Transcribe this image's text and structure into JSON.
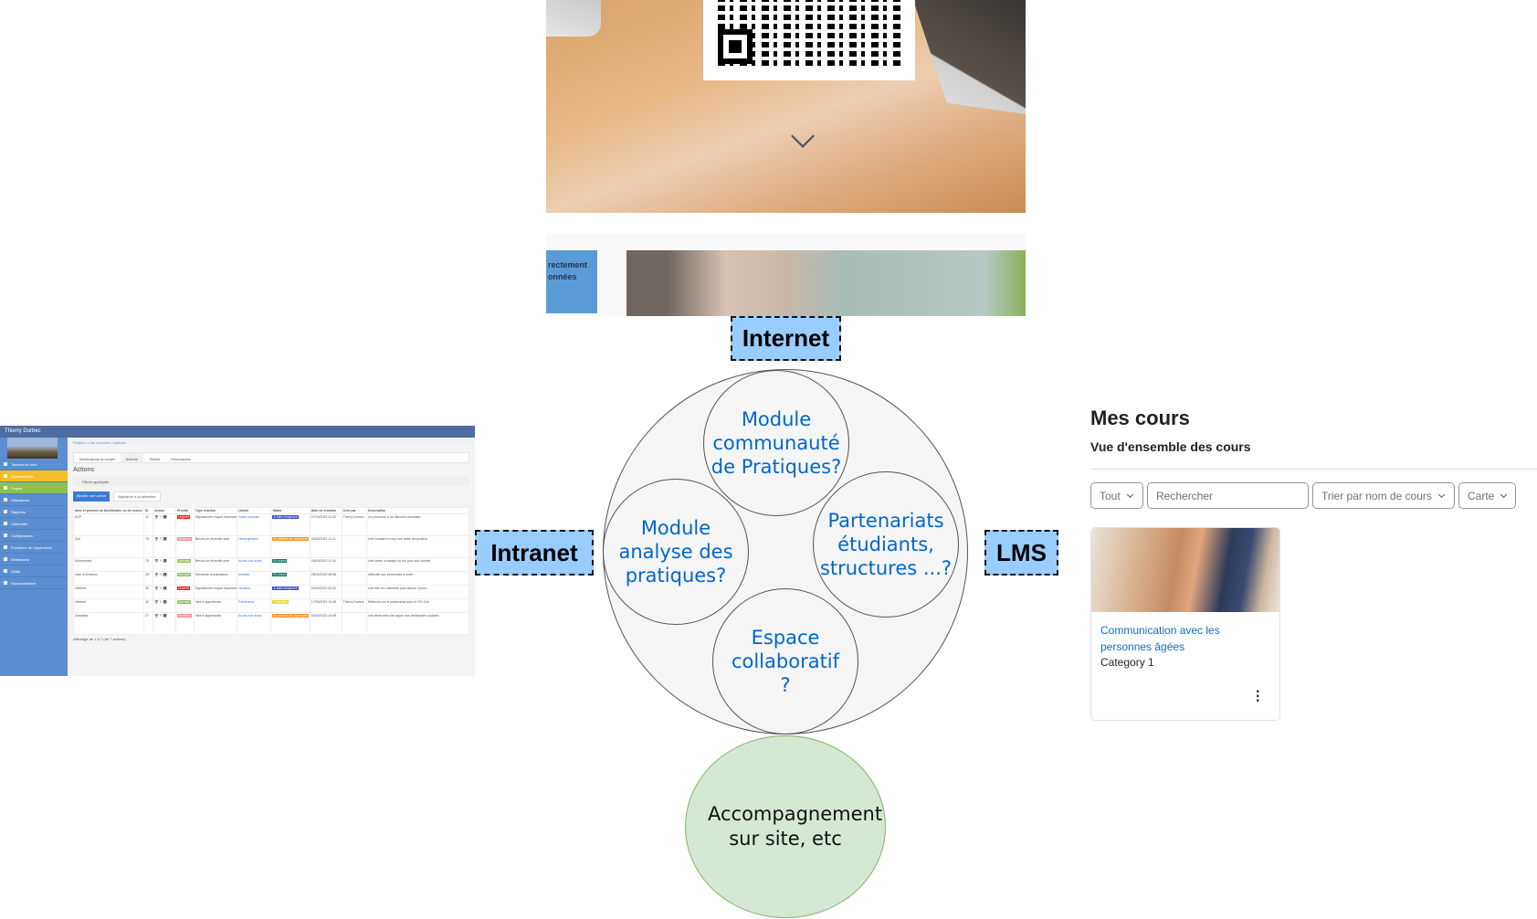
{
  "internet_site": {
    "box_text_line1": "rectement",
    "box_text_line2": "onnées",
    "icons": [
      "qr-code",
      "chevron-down-icon"
    ]
  },
  "labels": {
    "internet": "Internet",
    "intranet": "Intranet",
    "lms": "LMS"
  },
  "modules": [
    {
      "text": "Module communauté de Pratiques?"
    },
    {
      "text": "Module analyse des pratiques?"
    },
    {
      "text": "Partenariats étudiants, structures ...?"
    },
    {
      "text": "Espace collaboratif ?"
    }
  ],
  "accompagnement": "Accompagnement sur site, etc",
  "colors": {
    "label_fill": "#99ccff",
    "module_text": "#0066cc",
    "big_circle_fill": "#f5f5f5",
    "accompagnement_fill": "#d5e8d4",
    "accompagnement_border": "#82b366"
  },
  "intranet": {
    "user": "Thierry Durbec",
    "sidebar": [
      "Tableau de bord",
      "Signalements",
      "Projets",
      "Utilisateurs",
      "Rapports",
      "Calendrier",
      "Configuration",
      "Fonctions de l'application",
      "Extensions",
      "Outils",
      "Documentation"
    ],
    "breadcrumb": "Projets > Cas concrets > Actions",
    "tabs": [
      "Informations du projet",
      "Actions",
      "Tickets",
      "Discussions"
    ],
    "title": "Actions",
    "filters": "Filtres appliqués",
    "add_button": "Ajouter une action",
    "apply_button": "Appliquer à la sélection",
    "columns": [
      "Nom et prénom du bénéficiaire ou de source",
      "ID",
      "Action",
      "Priorité",
      "Type d'action",
      "Libellé",
      "Statut",
      "Date de création",
      "Créé par",
      "Description"
    ],
    "rows": [
      {
        "name": "ACP",
        "id": "11",
        "priority": "Urgente",
        "pcolor": "#e8141a",
        "type": "Signalement risque important",
        "label": "Santé mentale",
        "status": "À faire d'urgence",
        "scolor": "#3a4fc0",
        "date": "07/03/2023 11:15",
        "by": "Thierry Durbec",
        "desc": "Un personne a un discours suicidaire"
      },
      {
        "name": "Zoé",
        "id": "74",
        "priority": "Moderée",
        "pcolor": "#ef8f8f",
        "type": "Besoin de diversité aide",
        "label": "Hébergement",
        "status": "En attente de répertorier",
        "scolor": "#f7901e",
        "date": "03/03/2023 11:11",
        "by": "",
        "desc": "Une locataire a reçu une lettre d'expulsion"
      },
      {
        "name": "Mohammed",
        "id": "75",
        "priority": "Normale",
        "pcolor": "#8cc152",
        "type": "Besoin de diversité aide",
        "label": "Accès aux droits",
        "status": "En cours",
        "scolor": "#0d7a63",
        "date": "03/03/2023 11:16",
        "by": "",
        "desc": "Une dame a essayé un rdv pour son dossier"
      },
      {
        "name": "Halo d'Ombieux",
        "id": "25",
        "priority": "Normale",
        "pcolor": "#8cc152",
        "type": "Demande d'ambulation",
        "label": "Mobilité",
        "status": "En cours",
        "scolor": "#0d7a63",
        "date": "28/04/2023 08:58",
        "by": "",
        "desc": "Difficulté aux personnes à sortir"
      },
      {
        "name": "Hélibert",
        "id": "30",
        "priority": "Urgente",
        "pcolor": "#e8141a",
        "type": "Signalement risque important",
        "label": "Nutrition",
        "status": "À faire d'urgence",
        "scolor": "#3a4fc0",
        "date": "03/05/2023 09:32",
        "by": "",
        "desc": "Une fille ne s'alimente plus depuis 3 jours"
      },
      {
        "name": "Hélibert",
        "id": "32",
        "priority": "Normale",
        "pcolor": "#8cc152",
        "type": "Idée à approfondir",
        "label": "Partenariat",
        "status": "À planifier",
        "scolor": "#f5d21d",
        "date": "17/05/2023 10:48",
        "by": "Thierry Durbec",
        "desc": "Réfléchir sur le partenariat avec le FIS Sud"
      },
      {
        "name": "Zonables",
        "id": "27",
        "priority": "Moderée",
        "pcolor": "#ef8f8f",
        "type": "Idée à approfondir",
        "label": "Accès aux droits",
        "status": "En attente de répertorier",
        "scolor": "#f7901e",
        "date": "03/03/2023 10:08",
        "by": "",
        "desc": "Les bénévoles font appel aux assistantes sociales"
      }
    ],
    "footer": "Affichage de 1 à 7 (de 7 actions)"
  },
  "lms": {
    "title": "Mes cours",
    "subtitle": "Vue d'ensemble des cours",
    "filter": "Tout",
    "search_placeholder": "Rechercher",
    "sort": "Trier par nom de cours",
    "view": "Carte",
    "course": {
      "title": "Communication avec les personnes âgées",
      "category": "Category 1"
    }
  }
}
